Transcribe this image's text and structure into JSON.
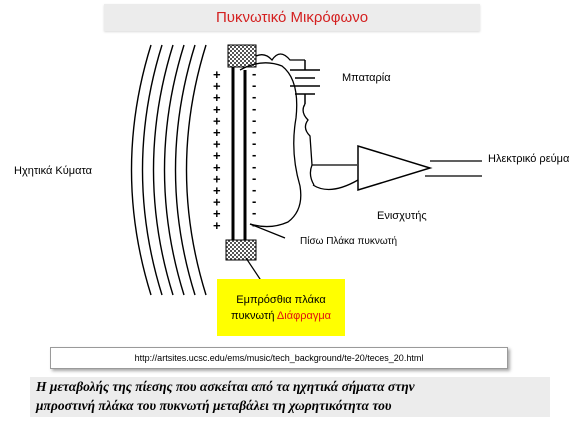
{
  "title": "Πυκνωτικό Μικρόφωνο",
  "labels": {
    "sound_waves": "Ηχητικά Κύματα",
    "battery": "Μπαταρία",
    "signal": "Ηλεκτρικό ρεύμα",
    "amplifier": "Ενισχυτής",
    "back_plate": "Πίσω Πλάκα πυκνωτή"
  },
  "front_plate": {
    "line1": "Εμπρόσθια πλάκα",
    "line2": "πυκνωτή",
    "line2_red": "Διάφραγμα"
  },
  "source_url": "http://artsites.ucsc.edu/ems/music/tech_background/te-20/teces_20.html",
  "caption": {
    "line1": "Η μεταβολής της πίεσης που ασκείται από τα ηχητικά σήματα στην",
    "line2": "μπροστινή πλάκα του πυκνωτή μεταβάλει τη χωρητικότητα του"
  },
  "colors": {
    "title": "#d42020",
    "highlight_box": "#ffff00",
    "highlight_text": "#e01010",
    "caption_bg": "#ececec"
  },
  "plus_signs": [
    "+",
    "+",
    "+",
    "+",
    "+",
    "+",
    "+",
    "+",
    "+",
    "+",
    "+",
    "+",
    "+",
    "+"
  ],
  "minus_signs": [
    "-",
    "-",
    "-",
    "-",
    "-",
    "-",
    "-",
    "-",
    "-",
    "-",
    "-",
    "-",
    "-",
    "-"
  ]
}
